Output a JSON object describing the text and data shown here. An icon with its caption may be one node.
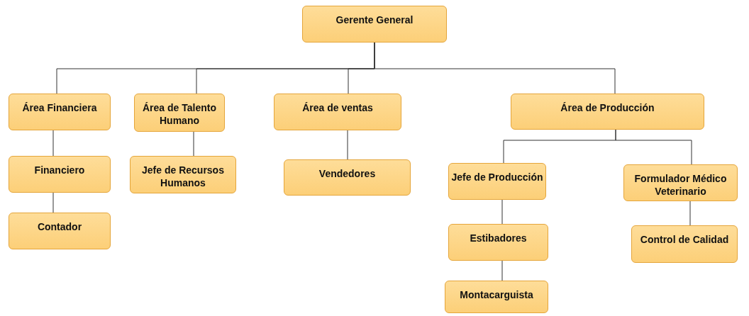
{
  "diagram": {
    "nodes": [
      {
        "text": [
          "Gerente General"
        ]
      },
      {
        "text": [
          "Área Financiera"
        ]
      },
      {
        "text": [
          "Área de Talento Humano"
        ]
      },
      {
        "text": [
          "Área de ventas"
        ]
      },
      {
        "text": [
          "Área de Producción"
        ]
      },
      {
        "text": [
          "Financiero"
        ]
      },
      {
        "text": [
          "Jefe de Recursos Humanos"
        ]
      },
      {
        "text": [
          "Vendedores"
        ]
      },
      {
        "text": [
          "Jefe de Producción"
        ]
      },
      {
        "text": [
          "Formulador Médico Veterinario"
        ]
      },
      {
        "text": [
          "Contador"
        ]
      },
      {
        "text": [
          "Estibadores"
        ]
      },
      {
        "text": [
          "Control de Calidad"
        ]
      },
      {
        "text": [
          "Montacarguista"
        ]
      }
    ],
    "edges": [
      {
        "from": 0,
        "to": 1,
        "arrow": "none"
      },
      {
        "from": 0,
        "to": 2,
        "arrow": "none"
      },
      {
        "from": 0,
        "to": 3,
        "arrow": "none"
      },
      {
        "from": 0,
        "to": 4,
        "arrow": "none"
      },
      {
        "from": 1,
        "to": 5,
        "arrow": "none"
      },
      {
        "from": 5,
        "to": 10,
        "arrow": "none"
      },
      {
        "from": 2,
        "to": 6,
        "arrow": "none"
      },
      {
        "from": 3,
        "to": 7,
        "arrow": "none"
      },
      {
        "from": 4,
        "to": 8,
        "arrow": "none"
      },
      {
        "from": 4,
        "to": 9,
        "arrow": "none"
      },
      {
        "from": 8,
        "to": 11,
        "arrow": "none"
      },
      {
        "from": 11,
        "to": 13,
        "arrow": "none"
      },
      {
        "from": 9,
        "to": 12,
        "arrow": "none"
      }
    ]
  }
}
